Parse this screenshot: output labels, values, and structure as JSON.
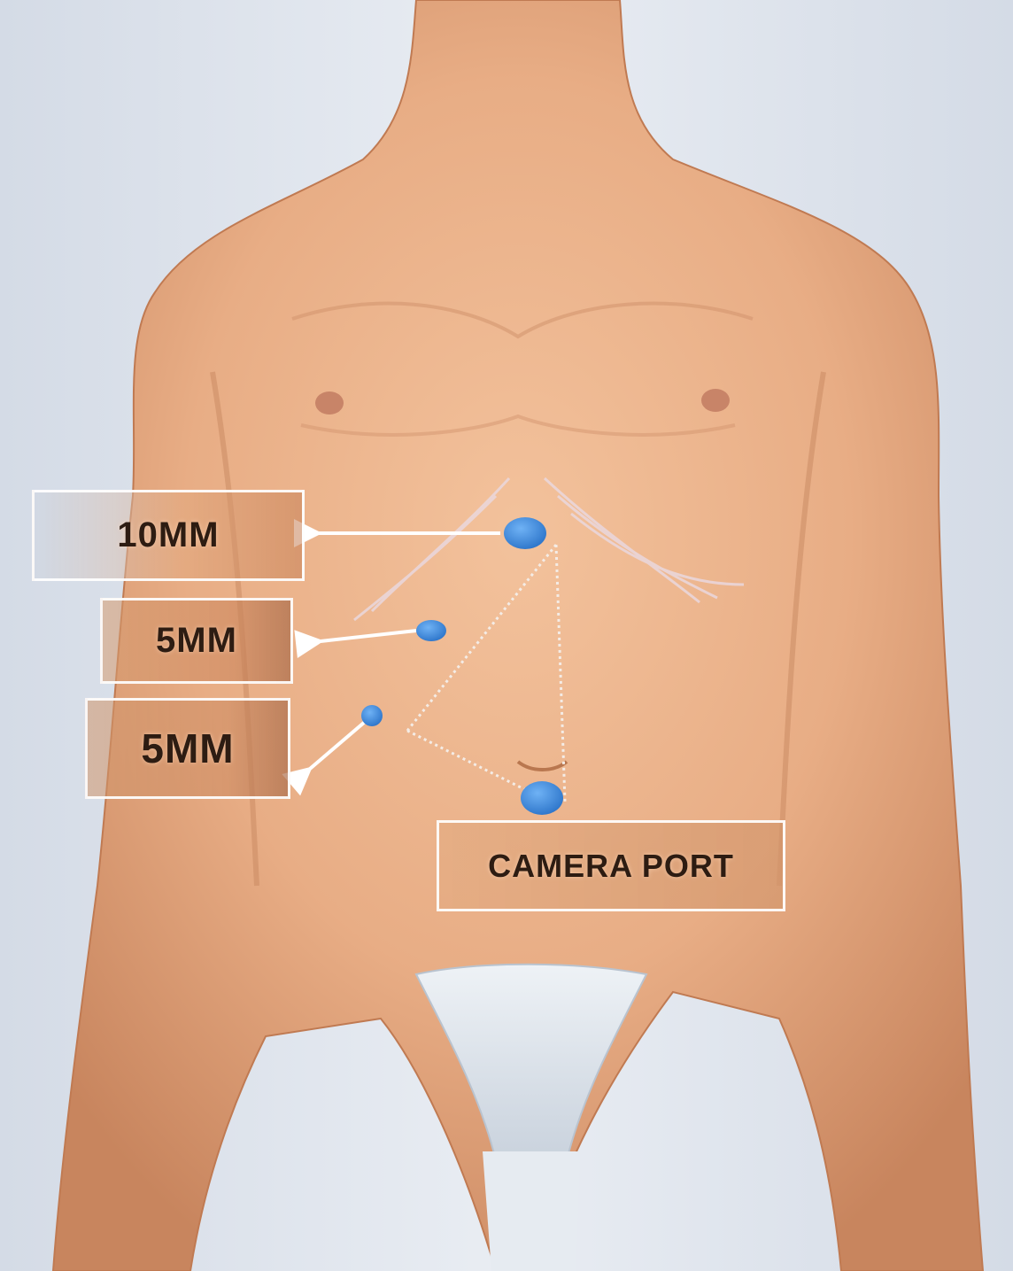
{
  "labels": {
    "port_10mm": "10MM",
    "port_5mm_upper": "5MM",
    "port_5mm_lower": "5MM",
    "camera_port": "CAMERA PORT"
  },
  "colors": {
    "background": "#e3e8ef",
    "skin": "#eab089",
    "skin_shadow": "#c98a63",
    "port_marker": "#3f8fe0",
    "cloth": "#dfe6ee",
    "label_border": "#ffffff",
    "label_text": "#2d1c12"
  },
  "markers": [
    "port-10mm",
    "port-5mm-upper",
    "port-5mm-lower",
    "camera-port"
  ]
}
